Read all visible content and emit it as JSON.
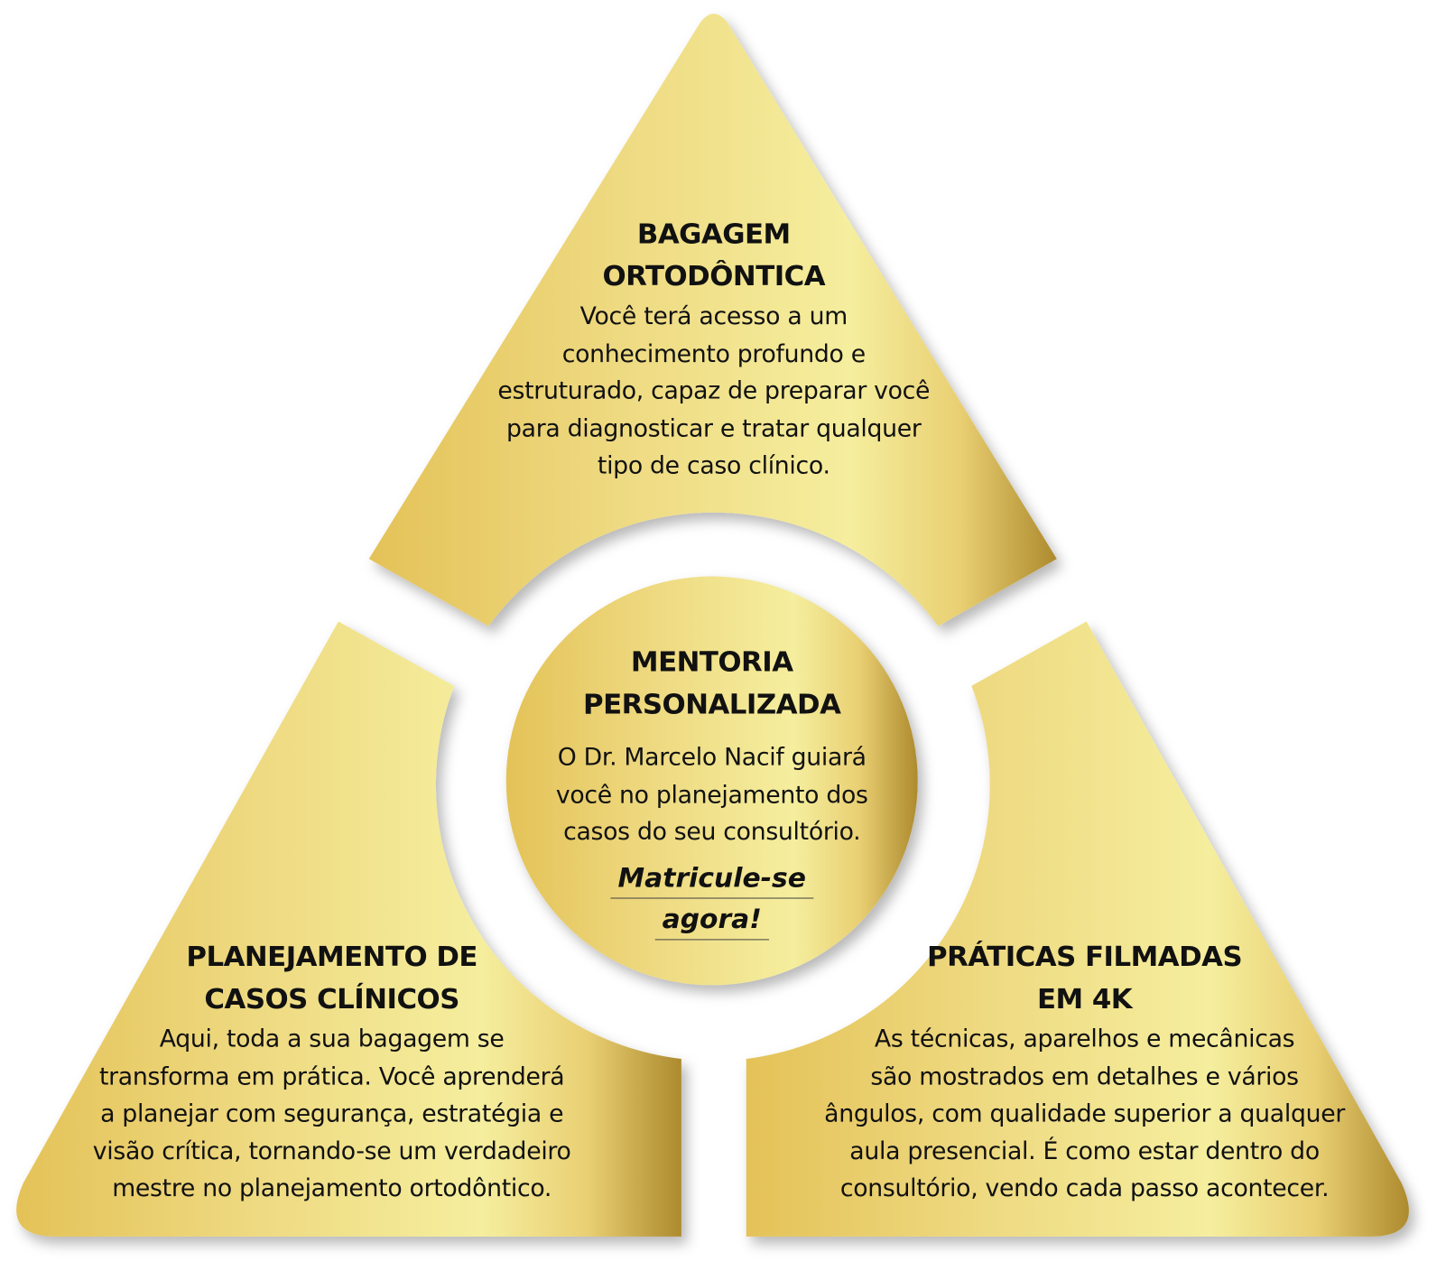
{
  "colors": {
    "gold_light": "#f5ee9e",
    "gold_mid": "#e8c860",
    "gold_dark": "#ad8a2e",
    "text": "#111111"
  },
  "top": {
    "title": [
      "BAGAGEM",
      "ORTODÔNTICA"
    ],
    "body": [
      "Você terá acesso a um",
      "conhecimento profundo e",
      "estruturado, capaz de preparar você",
      "para diagnosticar e tratar qualquer",
      "tipo de caso clínico."
    ]
  },
  "left": {
    "title": [
      "PLANEJAMENTO DE",
      "CASOS CLÍNICOS"
    ],
    "body": [
      "Aqui, toda a sua bagagem se",
      "transforma em prática. Você aprenderá",
      "a planejar com segurança, estratégia e",
      "visão crítica, tornando-se um verdadeiro",
      "mestre no planejamento ortodôntico."
    ]
  },
  "right": {
    "title": [
      "PRÁTICAS FILMADAS",
      "EM 4K"
    ],
    "body": [
      "As técnicas, aparelhos e mecânicas",
      "são  mostrados em detalhes e vários",
      "ângulos, com qualidade superior a qualquer",
      "aula presencial. É como estar dentro do",
      "consultório, vendo cada passo acontecer."
    ]
  },
  "center": {
    "title": [
      "MENTORIA",
      "PERSONALIZADA"
    ],
    "body": [
      "O Dr. Marcelo Nacif guiará",
      "você no planejamento dos",
      "casos do seu consultório."
    ],
    "cta": [
      "Matricule-se",
      "agora!"
    ]
  }
}
